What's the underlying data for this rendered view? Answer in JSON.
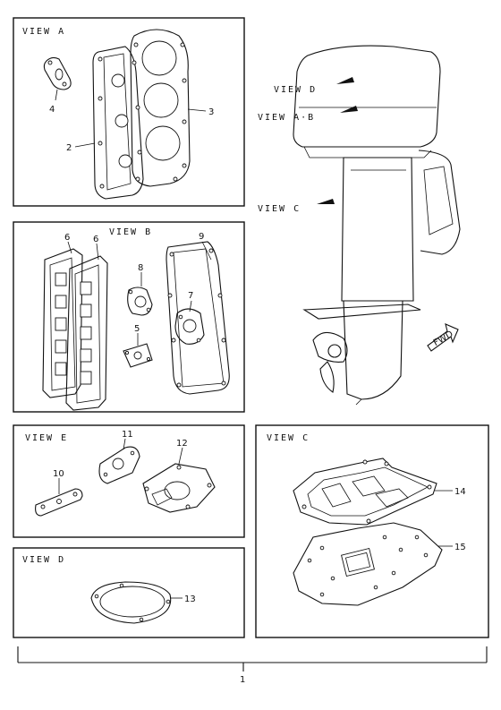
{
  "views": {
    "a": "VIEW A",
    "b": "VIEW B",
    "c": "VIEW C",
    "d": "VIEW D",
    "e": "VIEW E"
  },
  "motor_labels": {
    "view_d": "VIEW D",
    "view_ab": "VIEW A·B",
    "view_c": "VIEW C",
    "fwd": "FWD"
  },
  "parts": {
    "p1": "1",
    "p2": "2",
    "p3": "3",
    "p4": "4",
    "p5": "5",
    "p6a": "6",
    "p6b": "6",
    "p7": "7",
    "p8": "8",
    "p9": "9",
    "p10": "10",
    "p11": "11",
    "p12": "12",
    "p13": "13",
    "p14": "14",
    "p15": "15"
  }
}
